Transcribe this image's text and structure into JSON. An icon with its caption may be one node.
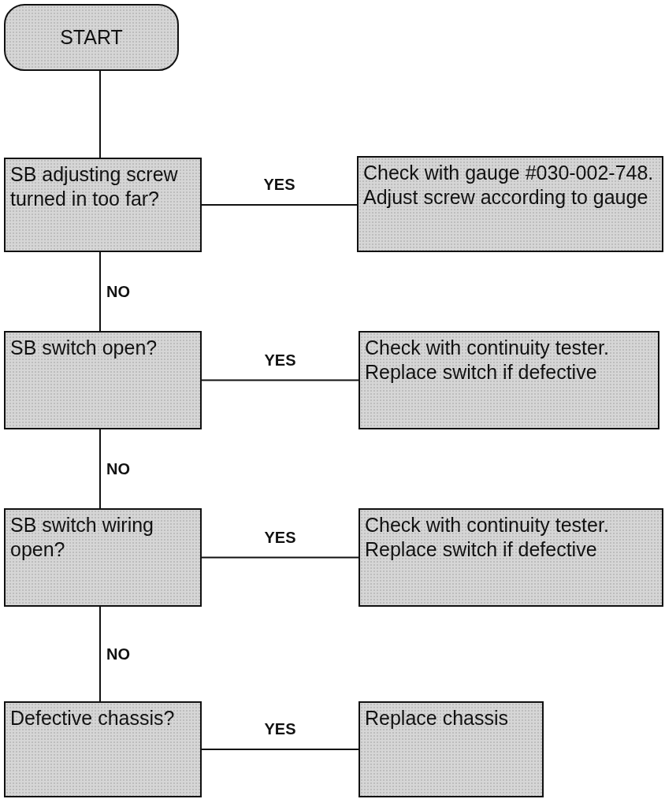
{
  "diagram": {
    "nodes": [
      {
        "text": [
          "START"
        ]
      },
      {
        "text": [
          "SB adjusting screw turned in too far?"
        ]
      },
      {
        "text": [
          "Check with gauge #030-002-748. Adjust screw according to gauge"
        ]
      },
      {
        "text": [
          "SB switch open?"
        ]
      },
      {
        "text": [
          "Check with continuity tester. Replace switch if defective"
        ]
      },
      {
        "text": [
          "SB switch wiring open?"
        ]
      },
      {
        "text": [
          "Check with continuity tester. Replace switch if defective"
        ]
      },
      {
        "text": [
          "Defective chassis?"
        ]
      },
      {
        "text": [
          "Replace chassis"
        ]
      }
    ],
    "edges": [
      {
        "from": 0,
        "to": 1,
        "arrow": "none"
      },
      {
        "from": 1,
        "to": 2,
        "arrow": "none",
        "label": "YES"
      },
      {
        "from": 1,
        "to": 3,
        "arrow": "none",
        "label": "NO"
      },
      {
        "from": 3,
        "to": 4,
        "arrow": "none",
        "label": "YES"
      },
      {
        "from": 3,
        "to": 5,
        "arrow": "none",
        "label": "NO"
      },
      {
        "from": 5,
        "to": 6,
        "arrow": "none",
        "label": "YES"
      },
      {
        "from": 5,
        "to": 7,
        "arrow": "none",
        "label": "NO"
      },
      {
        "from": 7,
        "to": 8,
        "arrow": "none",
        "label": "YES"
      }
    ]
  }
}
